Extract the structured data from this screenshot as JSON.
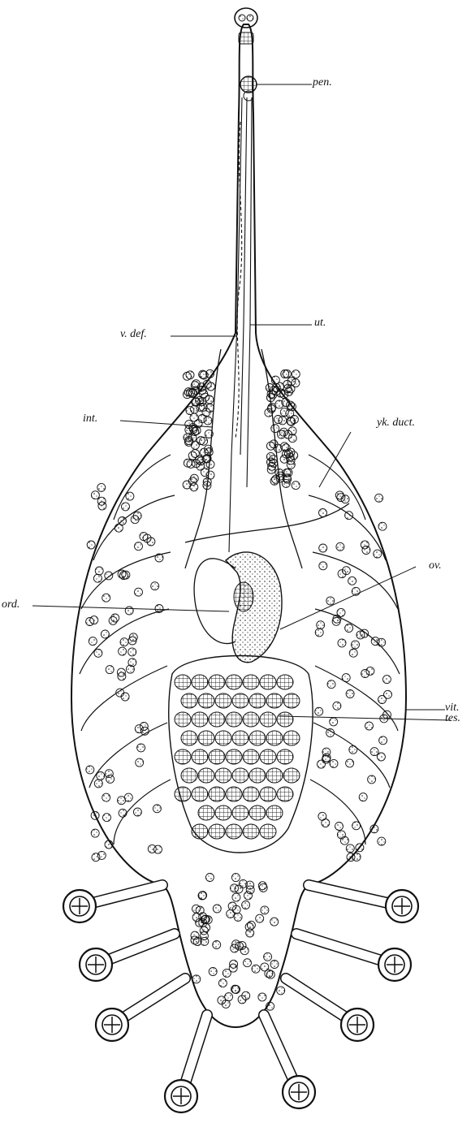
{
  "figure": {
    "labels": {
      "pen": "pen.",
      "ut": "ut.",
      "v_def": "v. def.",
      "yk_duct": "yk. duct.",
      "int": "int.",
      "ov": "ov.",
      "ord": "ord.",
      "vit": "vit.",
      "tes": "tes."
    }
  },
  "colors": {
    "ink": "#111111",
    "paper": "#ffffff"
  }
}
